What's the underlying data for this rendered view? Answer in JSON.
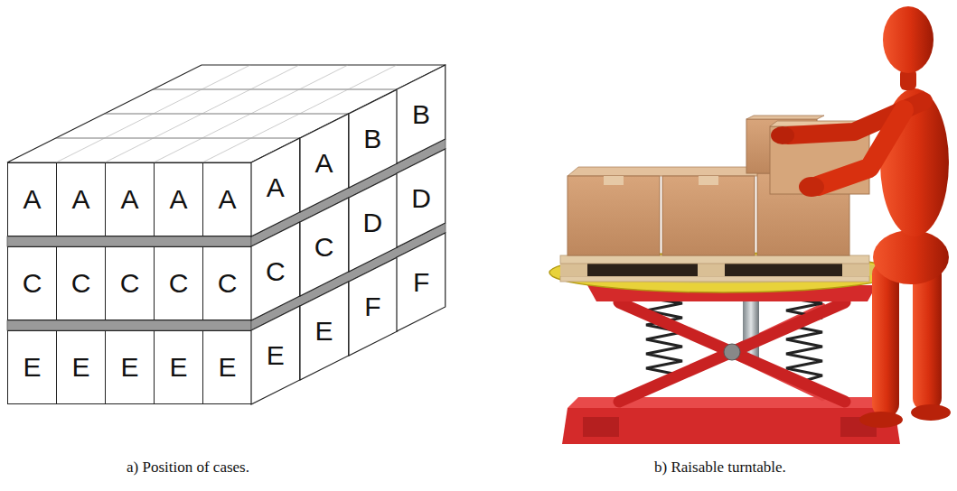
{
  "diagram": {
    "nodes": [
      {
        "text": [
          "A"
        ]
      },
      {
        "text": [
          "A"
        ]
      },
      {
        "text": [
          "A"
        ]
      },
      {
        "text": [
          "A"
        ]
      },
      {
        "text": [
          "A"
        ]
      },
      {
        "text": [
          "A"
        ]
      },
      {
        "text": [
          "A"
        ]
      },
      {
        "text": [
          "B"
        ]
      },
      {
        "text": [
          "B"
        ]
      },
      {
        "text": [
          "C"
        ]
      },
      {
        "text": [
          "C"
        ]
      },
      {
        "text": [
          "C"
        ]
      },
      {
        "text": [
          "C"
        ]
      },
      {
        "text": [
          "C"
        ]
      },
      {
        "text": [
          "C"
        ]
      },
      {
        "text": [
          "C"
        ]
      },
      {
        "text": [
          "D"
        ]
      },
      {
        "text": [
          "D"
        ]
      },
      {
        "text": [
          "E"
        ]
      },
      {
        "text": [
          "E"
        ]
      },
      {
        "text": [
          "E"
        ]
      },
      {
        "text": [
          "E"
        ]
      },
      {
        "text": [
          "E"
        ]
      },
      {
        "text": [
          "E"
        ]
      },
      {
        "text": [
          "E"
        ]
      },
      {
        "text": [
          "F"
        ]
      },
      {
        "text": [
          "F"
        ]
      }
    ],
    "labels": [
      "a) Position of cases.",
      "b) Raisable turntable."
    ]
  }
}
